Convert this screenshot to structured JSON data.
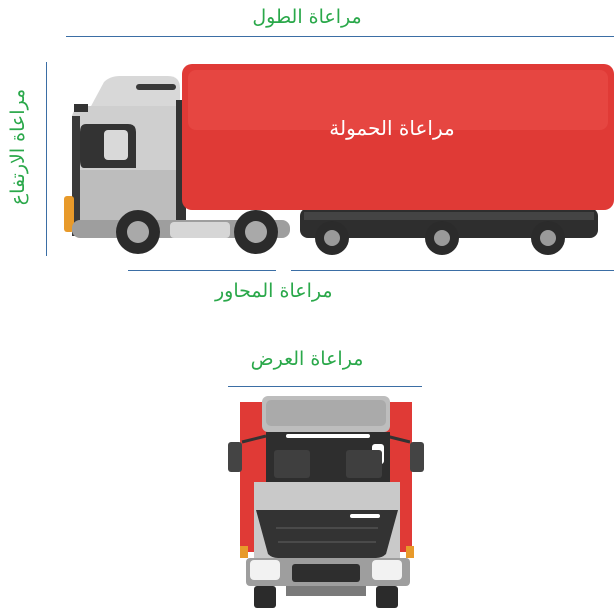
{
  "labels": {
    "length": "مراعاة الطول",
    "height": "مراعاة الارتفاع",
    "payload": "مراعاة الحمولة",
    "axles": "مراعاة المحاور",
    "width": "مراعاة العرض"
  },
  "colors": {
    "label_green": "#2aa84a",
    "rule_blue": "#3b6ea5",
    "cargo_red": "#e03a36",
    "cab_grey": "#c9c9c9"
  }
}
